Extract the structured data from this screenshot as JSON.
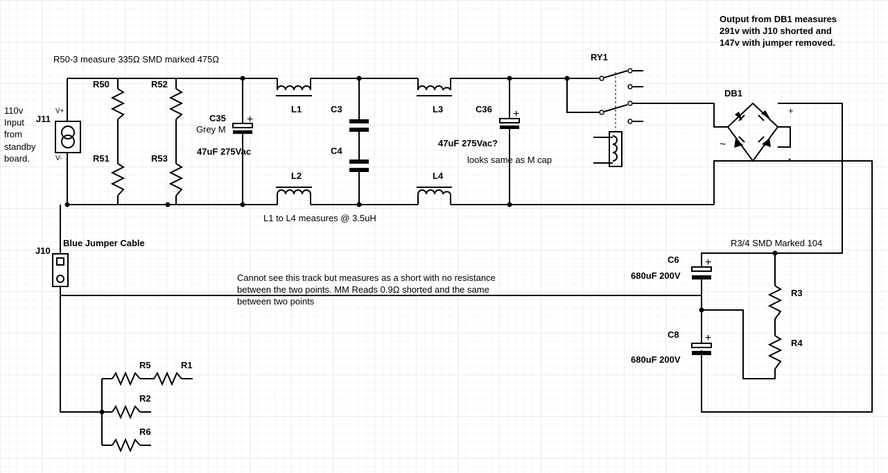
{
  "notes": {
    "output": [
      "Output from DB1 measures",
      "291v with J10 shorted and",
      "147v  with jumper removed."
    ],
    "r50_measure": "R50-3 measure 335Ω SMD marked 475Ω",
    "input": [
      "110v",
      "Input",
      "from",
      "standby",
      "board."
    ],
    "l_measure": "L1 to L4 measures @ 3.5uH",
    "blue_jumper": "Blue Jumper Cable",
    "r34_smd": "R3/4 SMD Marked 104",
    "track": [
      "Cannot see this track but measures as a short with no resistance",
      "between the two points. MM Reads 0.9Ω shorted and the same",
      "between two points"
    ],
    "c35_value": "47uF 275Vac",
    "c35_note": "Grey M",
    "c36_value": "47uF 275Vac?",
    "c36_note": "looks same as M cap",
    "c6_value": "680uF 200V",
    "c8_value": "680uF 200V"
  },
  "designators": {
    "j11": "J11",
    "j11_pos": "V+",
    "j11_neg": "V-",
    "r50": "R50",
    "r51": "R51",
    "r52": "R52",
    "r53": "R53",
    "c35": "C35",
    "l1": "L1",
    "l2": "L2",
    "c3": "C3",
    "c4": "C4",
    "l3": "L3",
    "l4": "L4",
    "c36": "C36",
    "ry1": "RY1",
    "db1": "DB1",
    "db1_pos": "+",
    "db1_neg": "-",
    "db1_ac": "~",
    "j10": "J10",
    "c6": "C6",
    "c8": "C8",
    "r3": "R3",
    "r4": "R4",
    "r5": "R5",
    "r1": "R1",
    "r2": "R2",
    "r6": "R6",
    "polarity_plus": "+"
  },
  "colors": {
    "grid_minor": "#ececec",
    "grid_major": "#d4d4d4",
    "ink": "#000000"
  }
}
